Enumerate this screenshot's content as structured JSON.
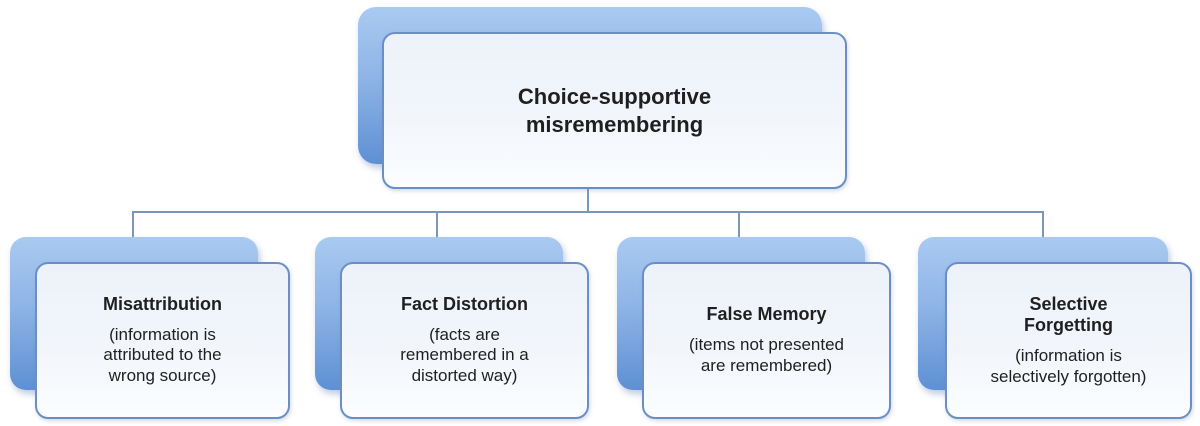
{
  "diagram": {
    "type": "hierarchy",
    "root": {
      "title": "Choice-supportive misremembering"
    },
    "children": [
      {
        "title": "Misattribution",
        "description": "(information is attributed to the wrong source)"
      },
      {
        "title": "Fact Distortion",
        "description": "(facts are remembered in a distorted way)"
      },
      {
        "title": "False Memory",
        "description": "(items not presented are remembered)"
      },
      {
        "title": "Selective Forgetting",
        "description": "(information is selectively forgotten)"
      }
    ],
    "colors": {
      "back_box_gradient_top": "#a9caf1",
      "back_box_gradient_bottom": "#5e90d4",
      "front_box_fill_top": "#edf2fa",
      "front_box_fill_bottom": "#fbfdff",
      "front_box_border": "#6b8fc5",
      "connector": "#7b97b8",
      "text": "#1f1f1f",
      "background": "#ffffff"
    }
  }
}
